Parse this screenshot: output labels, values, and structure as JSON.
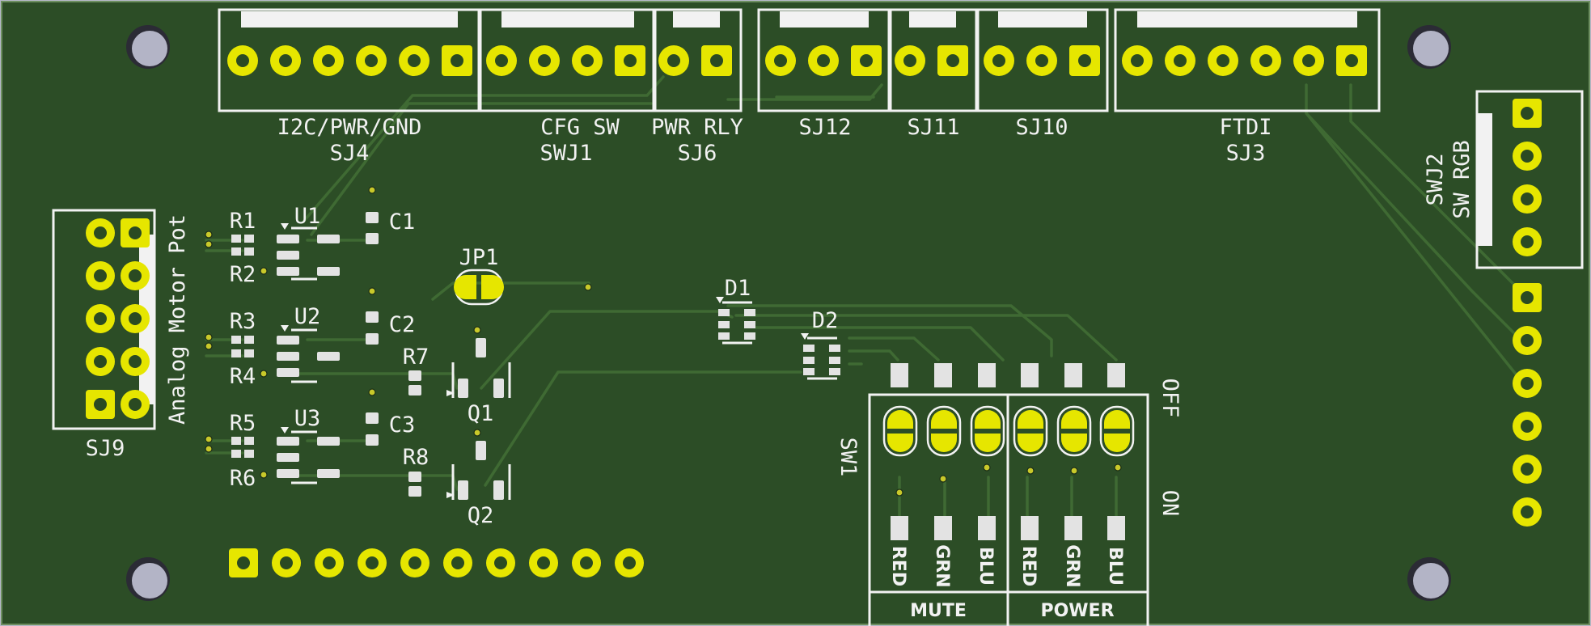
{
  "labels": {
    "sj4_title": "I2C/PWR/GND",
    "sj4_ref": "SJ4",
    "swj1_title": "CFG SW",
    "swj1_ref": "SWJ1",
    "sj6_title": "PWR RLY",
    "sj6_ref": "SJ6",
    "sj12": "SJ12",
    "sj11": "SJ11",
    "sj10": "SJ10",
    "sj3_title": "FTDI",
    "sj3_ref": "SJ3",
    "swj2_ref": "SWJ2",
    "swj2_title": "SW RGB",
    "sj9_ref": "SJ9",
    "sj9_title": "Analog Motor Pot",
    "r1": "R1",
    "r2": "R2",
    "r3": "R3",
    "r4": "R4",
    "r5": "R5",
    "r6": "R6",
    "r7": "R7",
    "r8": "R8",
    "u1": "U1",
    "u2": "U2",
    "u3": "U3",
    "c1": "C1",
    "c2": "C2",
    "c3": "C3",
    "jp1": "JP1",
    "q1": "Q1",
    "q2": "Q2",
    "d1": "D1",
    "d2": "D2",
    "sw1": "SW1",
    "off": "OFF",
    "on": "ON",
    "sw_red1": "RED",
    "sw_grn1": "GRN",
    "sw_blu1": "BLU",
    "sw_red2": "RED",
    "sw_grn2": "GRN",
    "sw_blu2": "BLU",
    "mute": "MUTE",
    "power": "POWER"
  },
  "colors": {
    "board": "#2c4d26",
    "pad": "#e6e600",
    "silkscreen": "#f2f2f2",
    "smd_pad": "#e3e3e3",
    "background": "#b7b9c9"
  }
}
